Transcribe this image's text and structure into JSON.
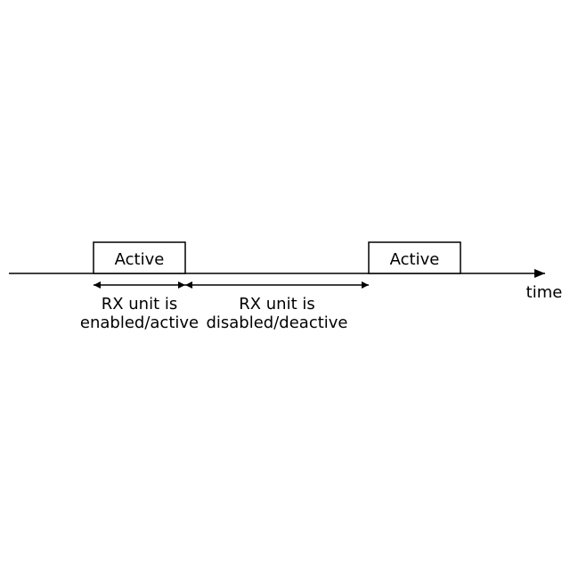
{
  "diagram": {
    "pulses": [
      {
        "label": "Active"
      },
      {
        "label": "Active"
      }
    ],
    "axis_label": "time",
    "spans": [
      {
        "line1": "RX unit is",
        "line2": "enabled/active"
      },
      {
        "line1": "RX unit is",
        "line2": "disabled/deactive"
      }
    ]
  },
  "colors": {
    "stroke": "#000000",
    "background": "#ffffff"
  }
}
